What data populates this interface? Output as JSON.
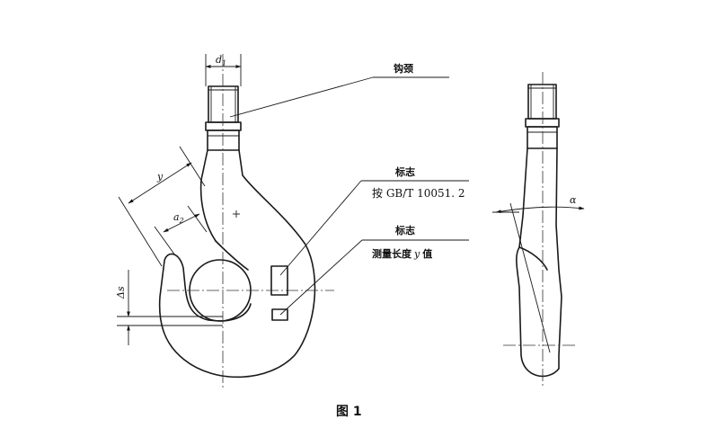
{
  "labels": {
    "d1": "d",
    "d1_sub": "1",
    "hook_neck": "钩颈",
    "mark_top": "标志",
    "mark_top_std": "按 GB/T 10051. 2",
    "mark_bottom": "标志",
    "mark_bottom_desc_a": "测量长度",
    "mark_bottom_desc_y": "y",
    "mark_bottom_desc_b": "值",
    "y": "y",
    "a2": "a",
    "a2_sub": "2",
    "delta_s": "Δs",
    "alpha": "α",
    "caption": "图 1"
  }
}
